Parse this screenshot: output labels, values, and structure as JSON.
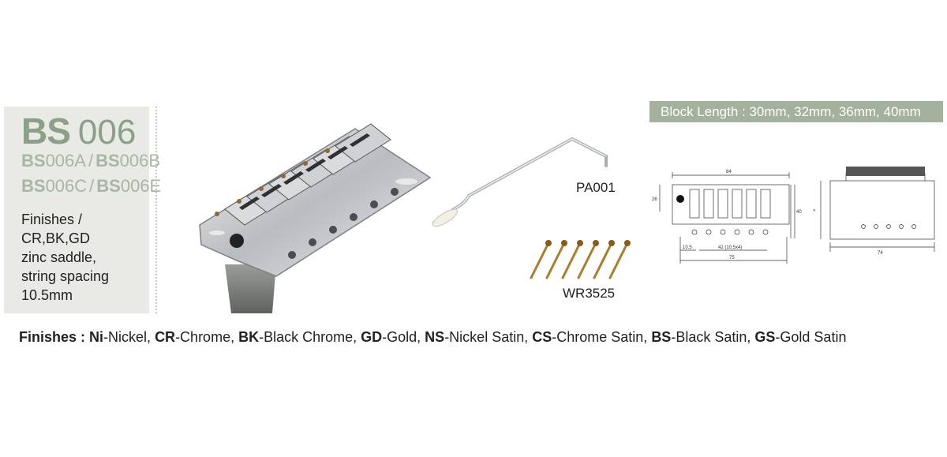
{
  "product": {
    "model_prefix": "BS",
    "model_number": "006",
    "variants_line1": [
      {
        "prefix": "BS",
        "number": "006A"
      },
      {
        "prefix": "BS",
        "number": "006B"
      }
    ],
    "variants_line2": [
      {
        "prefix": "BS",
        "number": "006C"
      },
      {
        "prefix": "BS",
        "number": "006E"
      }
    ],
    "variant_separator": "/",
    "finish_lines": [
      "Finishes /",
      "CR,BK,GD",
      "zinc saddle,",
      "string spacing",
      "10.5mm"
    ]
  },
  "block_length": "Block Length : 30mm, 32mm, 36mm, 40mm",
  "parts": {
    "arm_label": "PA001",
    "screw_label": "WR3525"
  },
  "drawing": {
    "top_width": "84",
    "height_left": "26",
    "height_right": "40",
    "spacing_small": "10.5",
    "spacing_total": "42 (10.5x4)",
    "bottom_width": "75",
    "side_width": "74",
    "star_mark": "*"
  },
  "finishes_footer": {
    "lead": "Finishes :",
    "items": [
      {
        "code": "Ni",
        "name": "-Nickel"
      },
      {
        "code": "CR",
        "name": "-Chrome"
      },
      {
        "code": "BK",
        "name": "-Black Chrome"
      },
      {
        "code": "GD",
        "name": "-Gold"
      },
      {
        "code": "NS",
        "name": "-Nickel Satin"
      },
      {
        "code": "CS",
        "name": "-Chrome Satin"
      },
      {
        "code": "BS",
        "name": "-Black Satin"
      },
      {
        "code": "GS",
        "name": "-Gold Satin"
      }
    ]
  },
  "colors": {
    "sage_accent": "#8ba086",
    "banner_bg": "#a3b19d",
    "panel_bg": "#e9e9e5",
    "screw_gold": "#b07a2c"
  }
}
